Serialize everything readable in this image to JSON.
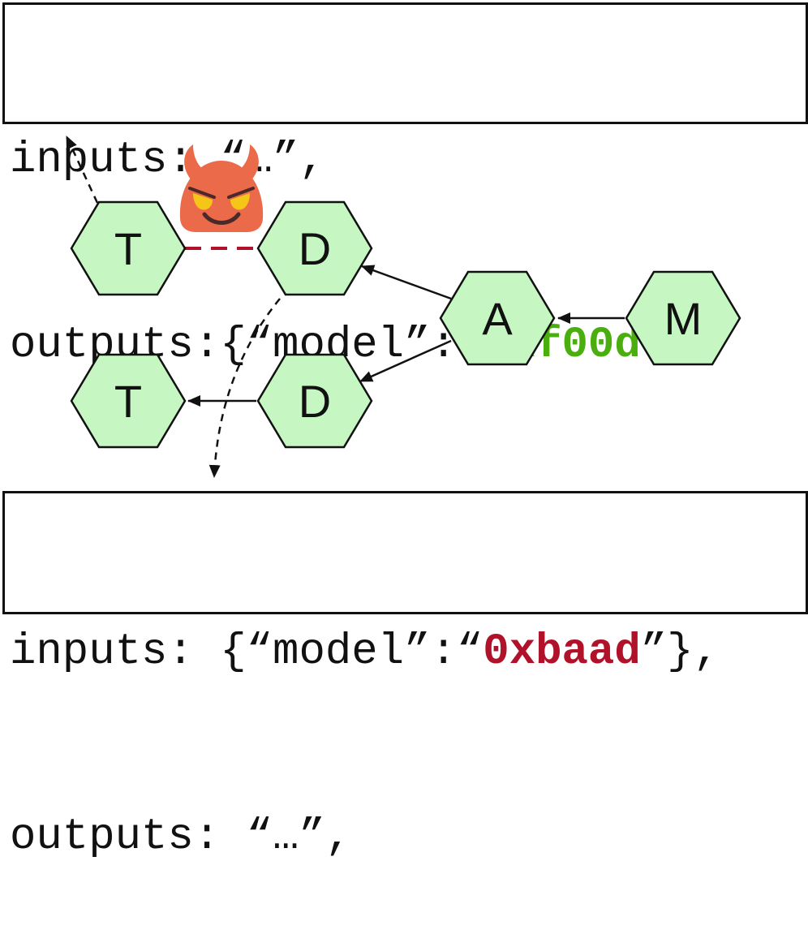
{
  "top_box": {
    "line1": "inputs: “…”,",
    "line2_prefix": "outputs:{“model”:“",
    "line2_hash": "0xf00d",
    "line2_suffix": "”},"
  },
  "bottom_box": {
    "line1_prefix": "inputs: {“model”:“",
    "line1_hash": "0xbaad",
    "line1_suffix": "”},",
    "line2": "outputs: “…”,"
  },
  "nodes": {
    "t_top": "T",
    "d_top": "D",
    "a": "A",
    "m": "M",
    "t_bottom": "T",
    "d_bottom": "D"
  },
  "colors": {
    "node_fill": "#c6f7c3",
    "good_hash": "#4aae0f",
    "bad_hash": "#b0122a",
    "attack_link": "#b0122a",
    "devil": "#ea6a4a"
  },
  "icons": {
    "attacker": "devil-face-icon"
  }
}
